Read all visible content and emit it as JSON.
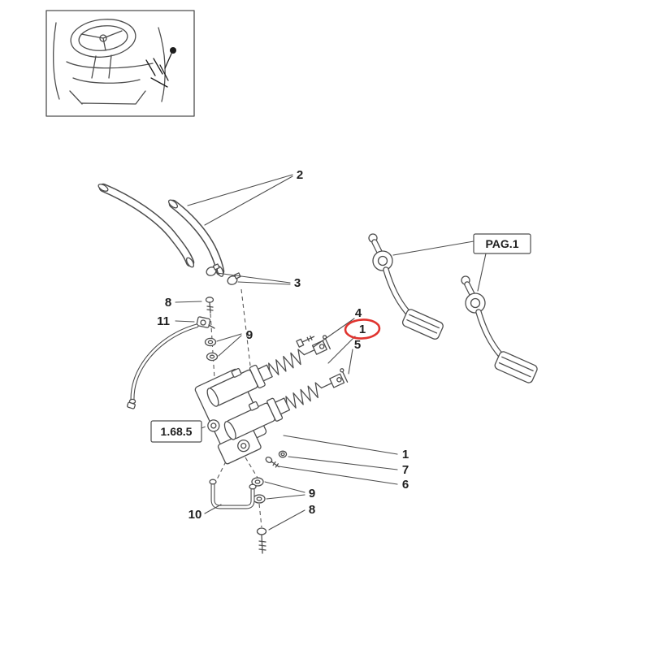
{
  "diagram": {
    "kind": "exploded-parts-diagram",
    "highlighted_callout": "1",
    "colors": {
      "line": "#4d4d4d",
      "text": "#1f1f1f",
      "highlight": "#e0342f",
      "background": "#ffffff"
    },
    "callouts": {
      "hoses": "2",
      "clamps": "3",
      "bolt_top": "8",
      "union": "11",
      "washers_top": "9",
      "pushrod_bolt": "4",
      "cylinder_selected": "1",
      "clevis_pin": "5",
      "cylinder": "1",
      "nut": "7",
      "bolt_side": "6",
      "washers_bottom": "9",
      "bolt_bottom": "8",
      "pipe": "10"
    },
    "references": {
      "pedals_page": "PAG.1",
      "section": "1.68.5"
    }
  }
}
